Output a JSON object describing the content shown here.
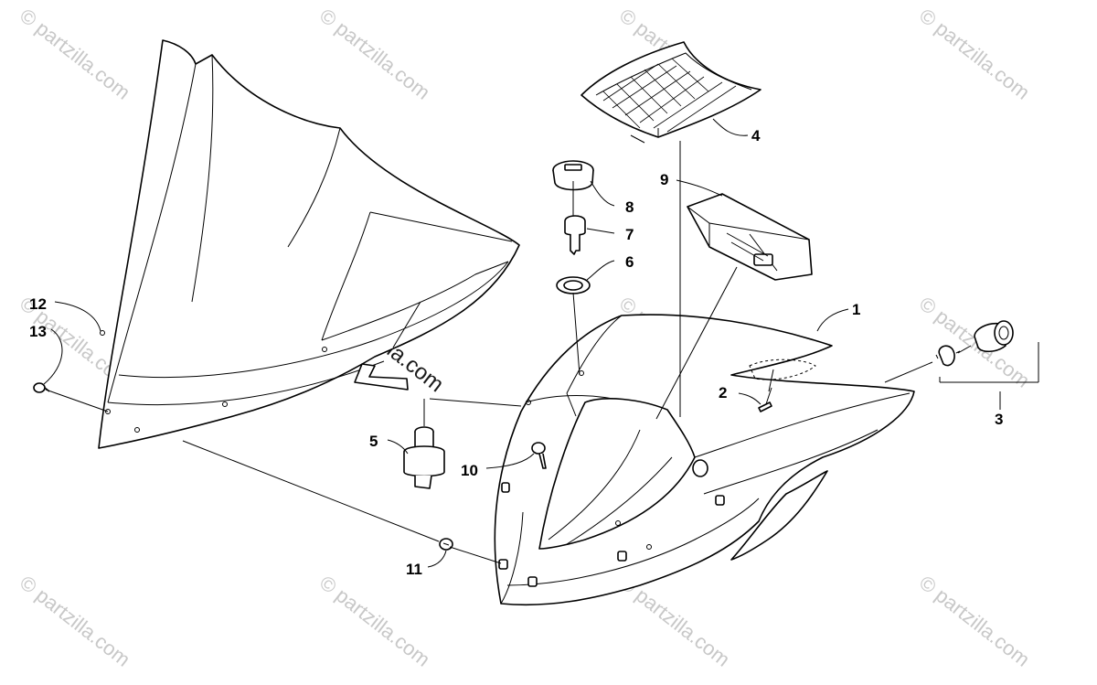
{
  "watermark": {
    "tile_text": "© partzilla.com",
    "center_text": "© Partzilla.com"
  },
  "callouts": {
    "c1": "1",
    "c2": "2",
    "c3": "3",
    "c4": "4",
    "c5": "5",
    "c6": "6",
    "c7": "7",
    "c8": "8",
    "c9": "9",
    "c10": "10",
    "c11": "11",
    "c12": "12",
    "c13": "13"
  }
}
